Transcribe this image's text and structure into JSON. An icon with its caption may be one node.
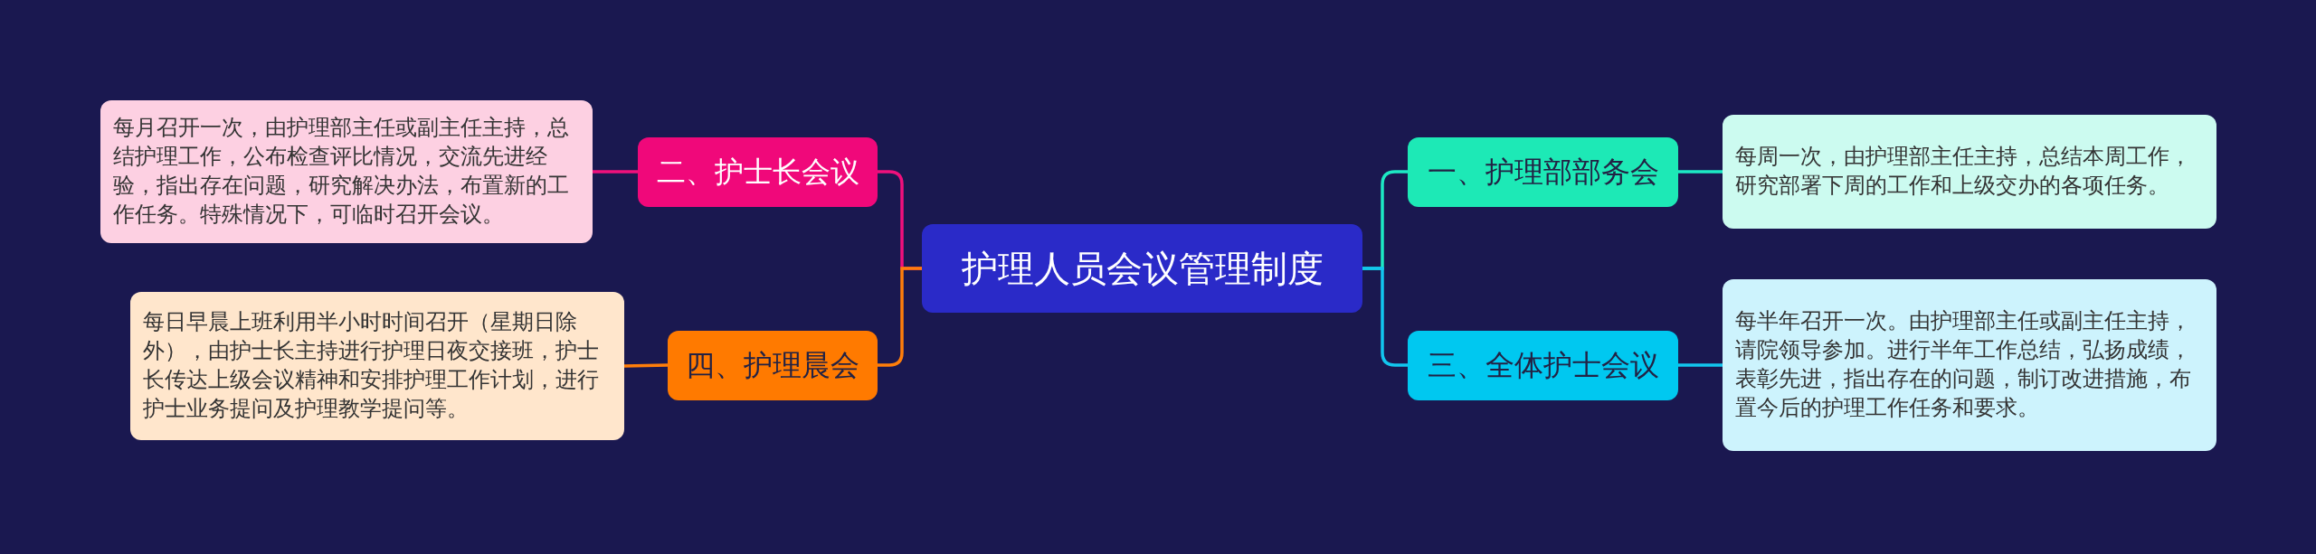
{
  "diagram": {
    "nodes": [
      {
        "text": [
          "护理人员会议管理制度"
        ]
      },
      {
        "text": [
          "一、护理部部务会"
        ]
      },
      {
        "text": [
          "每周一次，由护理部主任主持，总结本周工作，研究部署下周的工作和上级交办的各项任务。"
        ]
      },
      {
        "text": [
          "三、全体护士会议"
        ]
      },
      {
        "text": [
          "每半年召开一次。由护理部主任或副主任主持，请院领导参加。进行半年工作总结，弘扬成绩，表彰先进，指出存在的问题，制订改进措施，布置今后的护理工作任务和要求。"
        ]
      },
      {
        "text": [
          "二、护士长会议"
        ]
      },
      {
        "text": [
          "每月召开一次，由护理部主任或副主任主持，总结护理工作，公布检查评比情况，交流先进经验，指出存在问题，研究解决办法，布置新的工作任务。特殊情况下，可临时召开会议。"
        ]
      },
      {
        "text": [
          "四、护理晨会"
        ]
      },
      {
        "text": [
          "每日早晨上班利用半小时时间召开（星期日除外），由护士长主持进行护理日夜交接班，护士长传达上级会议精神和安排护理工作计划，进行护士业务提问及护理教学提问等。"
        ]
      }
    ],
    "edges": [
      {
        "from": 0,
        "to": 1,
        "arrow": "none",
        "color": "#1de9c4"
      },
      {
        "from": 1,
        "to": 2,
        "arrow": "none",
        "color": "#1de9c4"
      },
      {
        "from": 0,
        "to": 3,
        "arrow": "none",
        "color": "#12c6ee"
      },
      {
        "from": 3,
        "to": 4,
        "arrow": "none",
        "color": "#12c6ee"
      },
      {
        "from": 0,
        "to": 5,
        "arrow": "none",
        "color": "#f0107c"
      },
      {
        "from": 5,
        "to": 6,
        "arrow": "none",
        "color": "#f0107c"
      },
      {
        "from": 0,
        "to": 7,
        "arrow": "none",
        "color": "#ff7e0a"
      },
      {
        "from": 7,
        "to": 8,
        "arrow": "none",
        "color": "#ff7e0a"
      }
    ]
  }
}
